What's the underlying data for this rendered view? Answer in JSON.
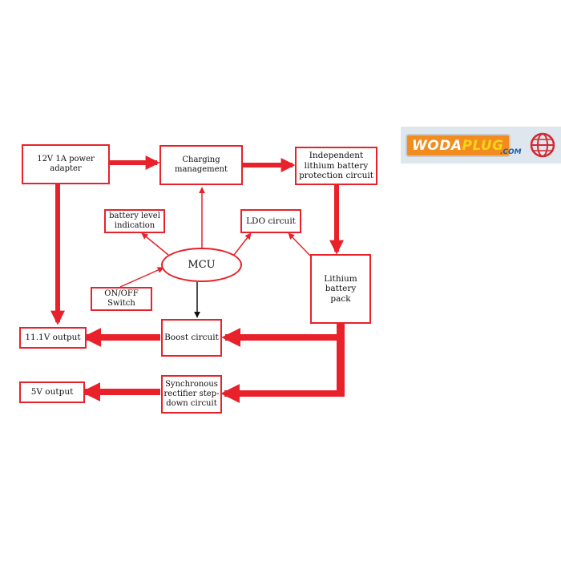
{
  "diagram": {
    "nodes": [
      {
        "id": "adapter",
        "label": "12V  1A power adapter"
      },
      {
        "id": "charging",
        "label": "Charging management"
      },
      {
        "id": "protection",
        "label": "Independent lithium battery protection circuit"
      },
      {
        "id": "battery_indicator",
        "label": "battery level indication"
      },
      {
        "id": "ldo",
        "label": "LDO circuit"
      },
      {
        "id": "mcu",
        "label": "MCU"
      },
      {
        "id": "battery_pack",
        "label": "Lithium battery pack"
      },
      {
        "id": "switch",
        "label": "ON/OFF Switch"
      },
      {
        "id": "out_11v",
        "label": "11.1V output"
      },
      {
        "id": "boost",
        "label": "Boost circuit"
      },
      {
        "id": "out_5v",
        "label": "5V output"
      },
      {
        "id": "sync_rect",
        "label": "Synchronous rectifier step-down circuit"
      }
    ],
    "edges": [
      {
        "from": "adapter",
        "to": "charging",
        "style": "thick"
      },
      {
        "from": "charging",
        "to": "protection",
        "style": "thick"
      },
      {
        "from": "protection",
        "to": "battery_pack",
        "style": "thick"
      },
      {
        "from": "adapter",
        "to": "out_11v",
        "style": "thick"
      },
      {
        "from": "battery_pack",
        "to": "boost",
        "style": "thick"
      },
      {
        "from": "battery_pack",
        "to": "sync_rect",
        "style": "thick"
      },
      {
        "from": "boost",
        "to": "out_11v",
        "style": "thick"
      },
      {
        "from": "sync_rect",
        "to": "out_5v",
        "style": "thick"
      },
      {
        "from": "mcu",
        "to": "charging",
        "style": "thin"
      },
      {
        "from": "mcu",
        "to": "battery_indicator",
        "style": "thin"
      },
      {
        "from": "mcu",
        "to": "ldo",
        "style": "thin"
      },
      {
        "from": "switch",
        "to": "mcu",
        "style": "thin"
      },
      {
        "from": "battery_pack",
        "to": "ldo",
        "style": "thin"
      },
      {
        "from": "mcu",
        "to": "boost",
        "style": "thin-black"
      }
    ]
  },
  "logo": {
    "word_part1": "WODA",
    "word_part2": "PLUG",
    "sub": ".COM",
    "colors": {
      "orange": "#f28c1f",
      "yellow": "#f5d31a",
      "blue": "#1f5fb0"
    }
  },
  "colors": {
    "accent": "#e8212a",
    "border": "#e8212a",
    "text": "#111111",
    "control_arrow": "#111111"
  }
}
